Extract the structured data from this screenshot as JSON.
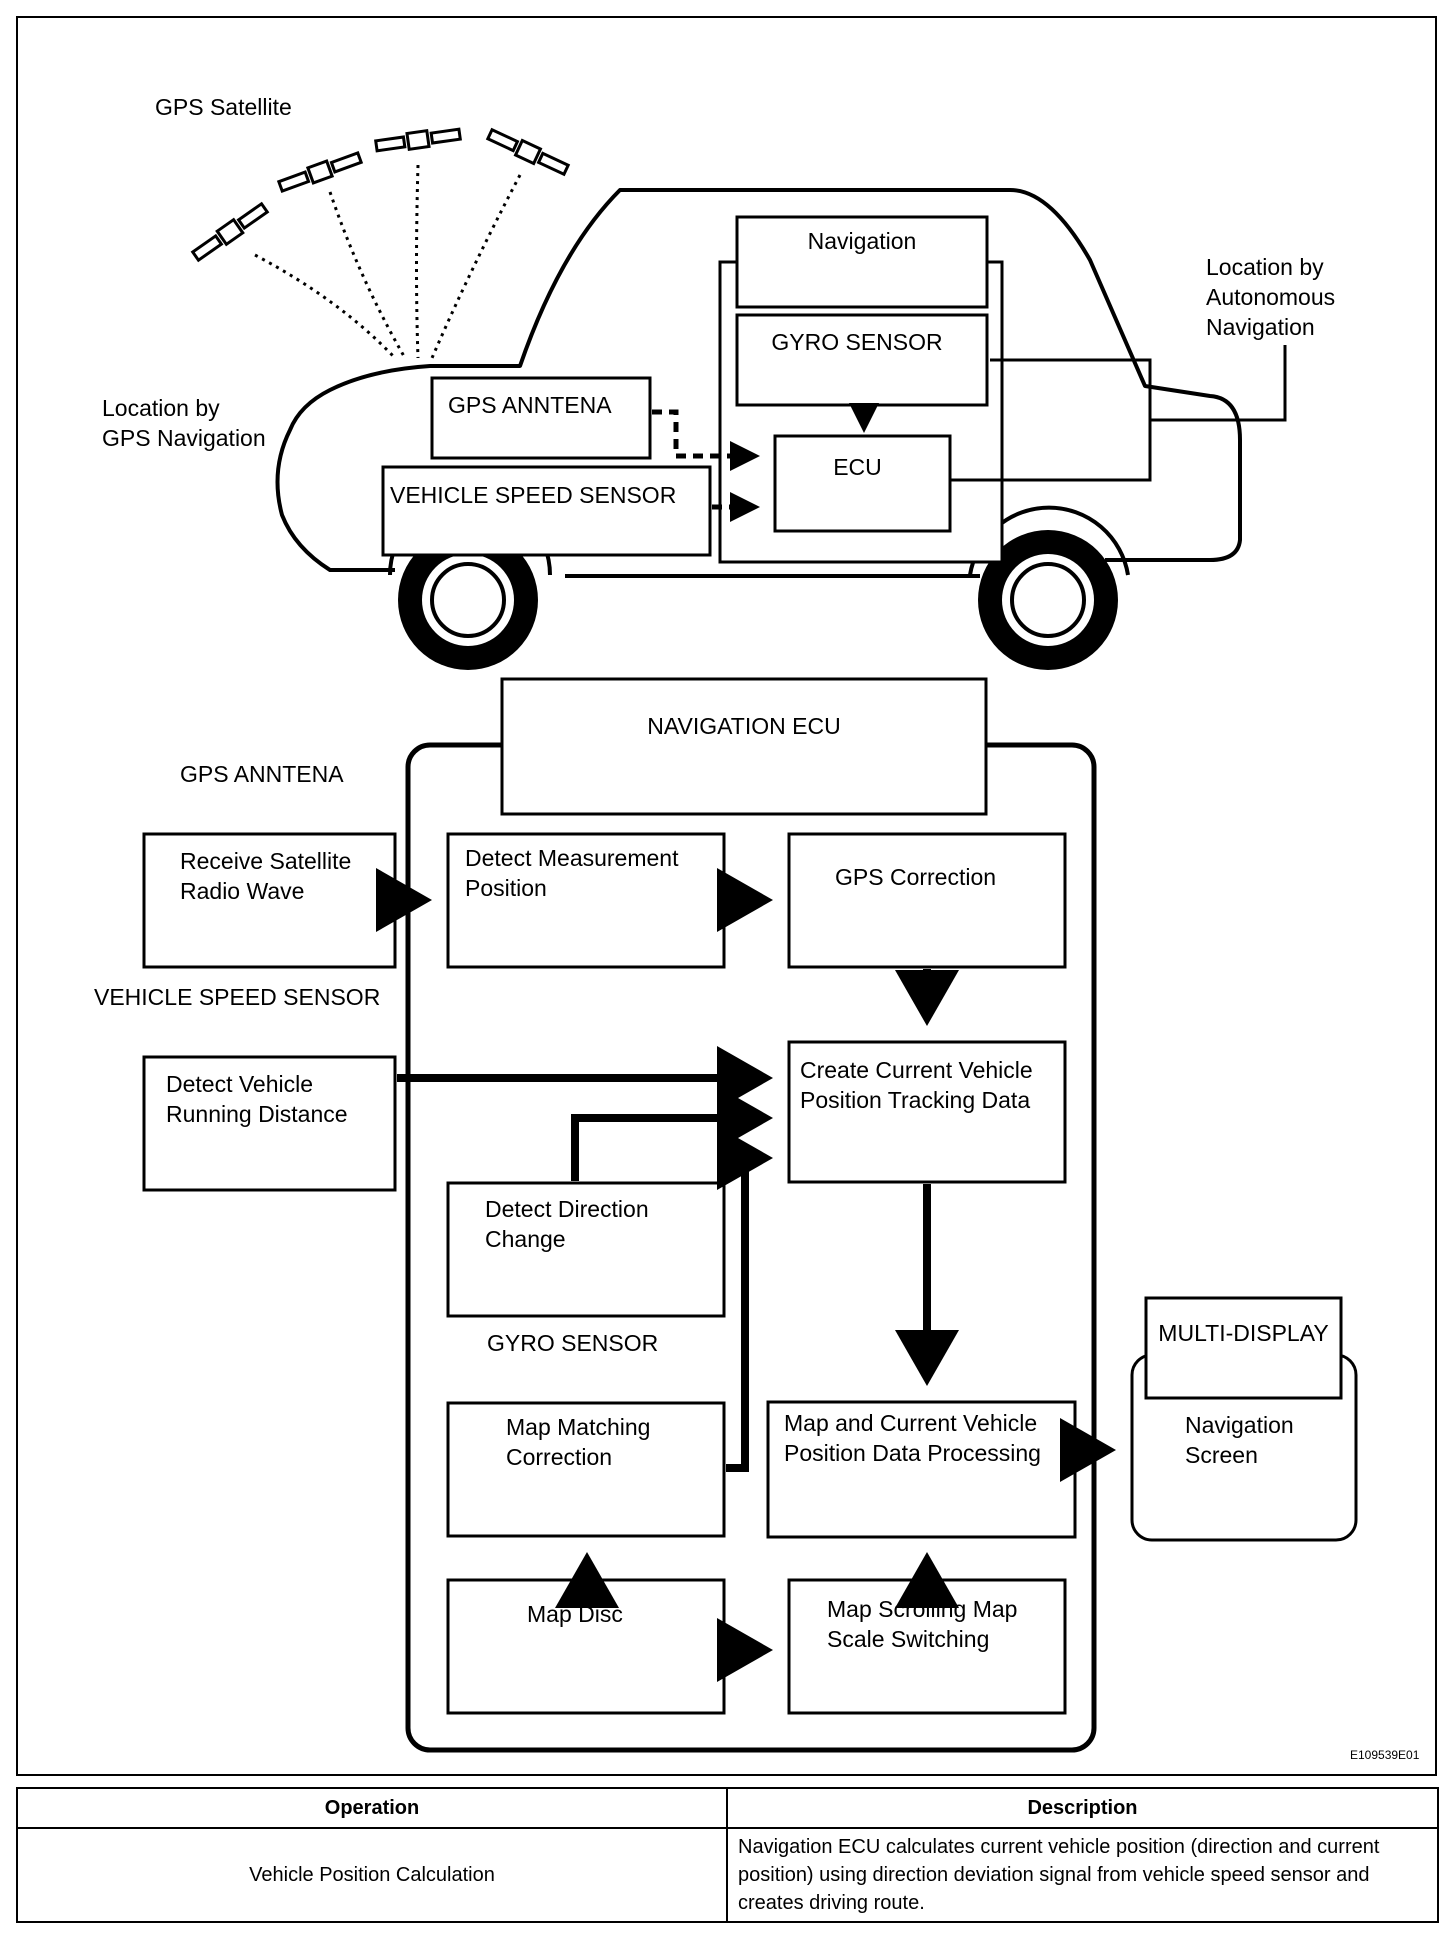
{
  "diagram": {
    "gps_satellite_label": "GPS Satellite",
    "location_gps": "Location by\nGPS Navigation",
    "location_autonomous": "Location by\nAutonomous\nNavigation",
    "car": {
      "navigation": "Navigation",
      "gyro_sensor": "GYRO SENSOR",
      "gps_antenna": "GPS ANNTENA",
      "ecu": "ECU",
      "vehicle_speed_sensor": "VEHICLE SPEED SENSOR"
    },
    "flow": {
      "navigation_ecu": "NAVIGATION ECU",
      "gps_antenna_label": "GPS ANNTENA",
      "receive_satellite": "Receive Satellite\nRadio Wave",
      "detect_measurement": "Detect Measurement\nPosition",
      "gps_correction": "GPS Correction",
      "vehicle_speed_sensor_label": "VEHICLE SPEED SENSOR",
      "detect_vehicle_running": "Detect Vehicle\nRunning Distance",
      "create_current_vehicle": "Create Current Vehicle\nPosition Tracking Data",
      "detect_direction": "Detect Direction\nChange",
      "gyro_sensor_label": "GYRO SENSOR",
      "map_matching": "Map Matching\nCorrection",
      "map_processing": "Map and Current Vehicle\nPosition Data Processing",
      "multi_display": "MULTI-DISPLAY",
      "navigation_screen": "Navigation\nScreen",
      "map_disc": "Map Disc",
      "map_scrolling": "Map Scrolling Map\nScale Switching"
    },
    "figure_code": "E109539E01"
  },
  "table": {
    "headers": [
      "Operation",
      "Description"
    ],
    "rows": [
      {
        "operation": "Vehicle Position Calculation",
        "description": "Navigation ECU calculates current vehicle position (direction and current position) using direction deviation signal from vehicle speed sensor and creates driving route."
      }
    ]
  }
}
